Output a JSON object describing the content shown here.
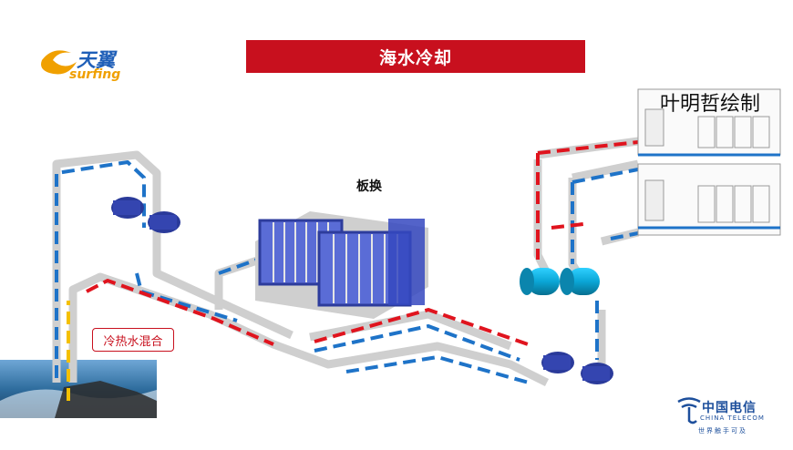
{
  "title": "海水冷却",
  "author_note": "叶明哲绘制",
  "heat_exchanger_label": "板换",
  "mix_label": "冷热水混合",
  "brand": {
    "name": "天翼",
    "sub": "surfing"
  },
  "telecom": {
    "name_cn": "中国电信",
    "name_en": "CHINA TELECOM",
    "slogan": "世界触手可及"
  },
  "colors": {
    "hot": "#e0141e",
    "cold": "#1e73c8",
    "accent": "#c8101e",
    "pipe_casing": "#d9d9d9"
  }
}
